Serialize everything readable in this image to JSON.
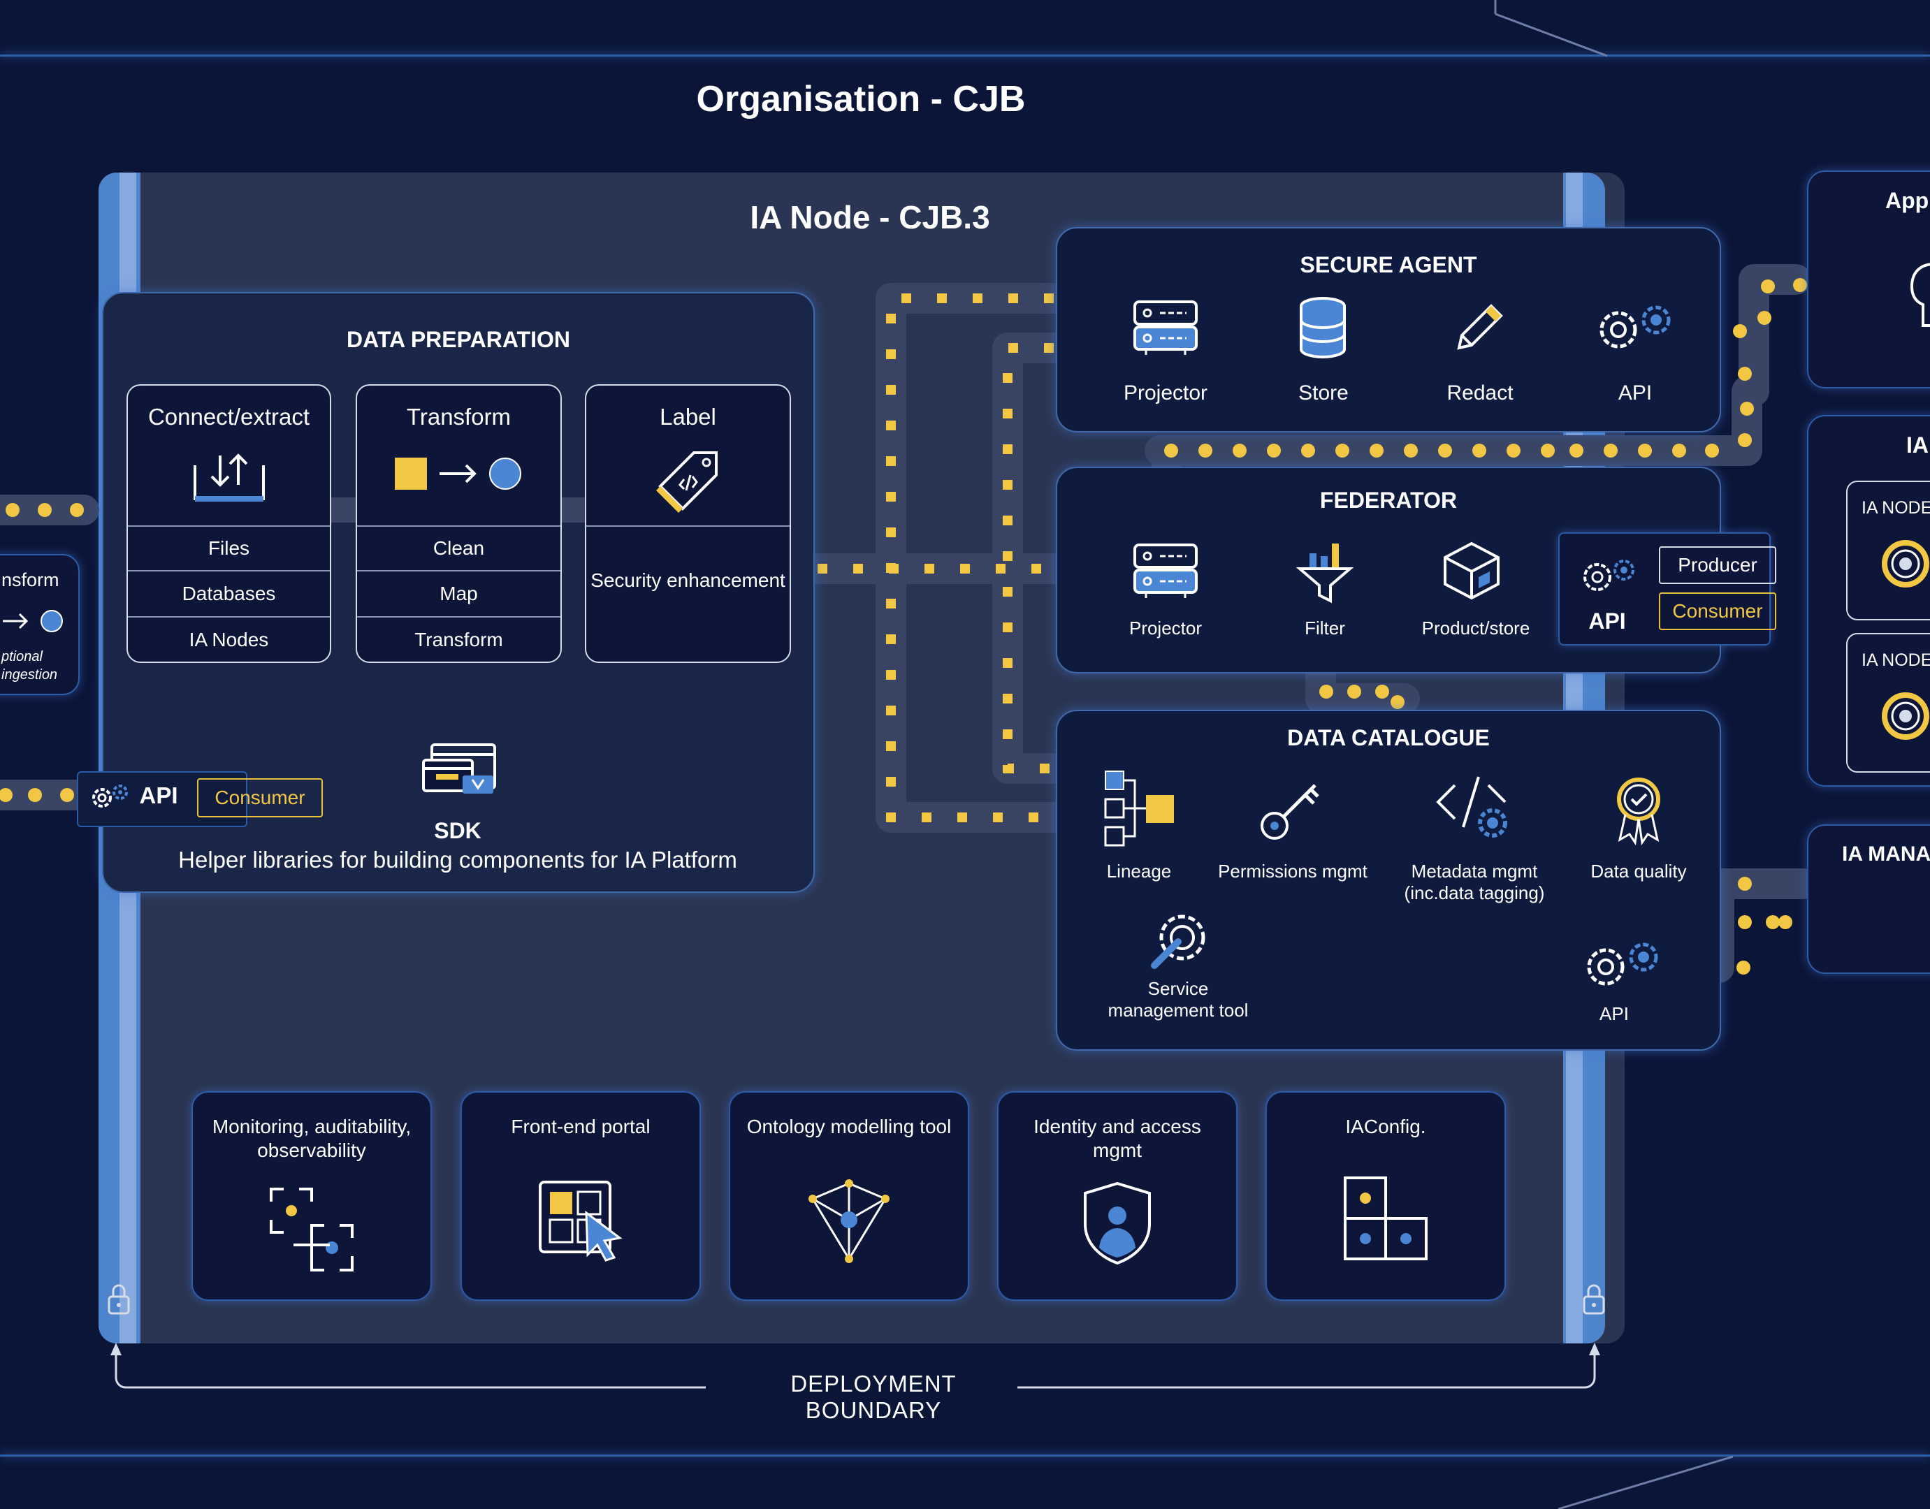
{
  "organisation_title": "Organisation - CJB",
  "node_title": "IA Node - CJB.3",
  "data_preparation": {
    "title": "DATA PREPARATION",
    "cards": [
      {
        "title": "Connect/extract",
        "icon": "upload-download-icon",
        "rows": [
          "Files",
          "Databases",
          "IA Nodes"
        ]
      },
      {
        "title": "Transform",
        "icon": "square-to-circle-icon",
        "rows": [
          "Clean",
          "Map",
          "Transform"
        ]
      },
      {
        "title": "Label",
        "icon": "tag-icon",
        "rows": [
          "Security enhancement"
        ]
      }
    ],
    "sdk": {
      "title": "SDK",
      "description": "Helper libraries for building components for IA Platform",
      "icon": "sdk-window-icon"
    },
    "api": {
      "label": "API",
      "tag": "Consumer",
      "icon": "gears-icon"
    }
  },
  "left_partial": {
    "title": "nsform",
    "note_line1": "ptional",
    "note_line2": "ingestion"
  },
  "secure_agent": {
    "title": "SECURE AGENT",
    "items": [
      {
        "label": "Projector",
        "icon": "server-icon"
      },
      {
        "label": "Store",
        "icon": "database-icon"
      },
      {
        "label": "Redact",
        "icon": "pencil-icon"
      },
      {
        "label": "API",
        "icon": "gears-icon"
      }
    ]
  },
  "federator": {
    "title": "FEDERATOR",
    "items": [
      {
        "label": "Projector",
        "icon": "server-icon"
      },
      {
        "label": "Filter",
        "icon": "filter-icon"
      },
      {
        "label": "Product/store",
        "icon": "cube-icon"
      }
    ],
    "api": {
      "label": "API",
      "producer": "Producer",
      "consumer": "Consumer",
      "icon": "gears-icon"
    }
  },
  "data_catalogue": {
    "title": "DATA CATALOGUE",
    "items": [
      {
        "label": "Lineage",
        "icon": "lineage-icon"
      },
      {
        "label": "Permissions mgmt",
        "icon": "key-icon"
      },
      {
        "label_line1": "Metadata mgmt",
        "label_line2": "(inc.data tagging)",
        "icon": "code-gear-icon"
      },
      {
        "label": "Data quality",
        "icon": "award-icon"
      },
      {
        "label_line1": "Service",
        "label_line2": "management tool",
        "icon": "wrench-gear-icon"
      },
      {
        "label": "API",
        "icon": "gears-icon"
      }
    ]
  },
  "bottom_tools": [
    {
      "line1": "Monitoring, auditability,",
      "line2": "observability",
      "icon": "focus-icon"
    },
    {
      "line1": "Front-end portal",
      "line2": "",
      "icon": "portal-cursor-icon"
    },
    {
      "line1": "Ontology modelling tool",
      "line2": "",
      "icon": "graph-icon"
    },
    {
      "line1": "Identity and access",
      "line2": "mgmt",
      "icon": "shield-user-icon"
    },
    {
      "line1": "IAConfig.",
      "line2": "",
      "icon": "config-blocks-icon"
    }
  ],
  "deployment_boundary": "DEPLOYMENT BOUNDARY",
  "right_partials": {
    "top": "Appl",
    "middle": "IA",
    "node1": "IA NODE",
    "node2": "IA NODE",
    "bottom": "IA MANA"
  },
  "colors": {
    "background": "#0b1538",
    "node": "#2a3553",
    "accent_yellow": "#f2c744",
    "accent_blue": "#4a86d4",
    "border_blue": "#3f69a8"
  }
}
